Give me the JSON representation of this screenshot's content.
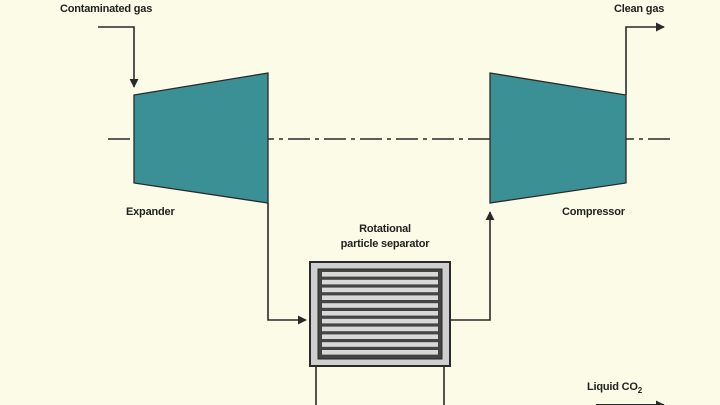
{
  "diagram": {
    "labels": {
      "contaminated_gas": "Contaminated gas",
      "clean_gas": "Clean gas",
      "expander": "Expander",
      "compressor": "Compressor",
      "separator_line1": "Rotational",
      "separator_line2": "particle separator",
      "liquid_co2_prefix": "Liquid CO",
      "liquid_co2_subscript": "2"
    },
    "colors": {
      "background": "#fbfbe7",
      "turbine_fill": "#3a9094",
      "outline": "#2a2a2a",
      "separator_fill": "#cfcfcf"
    },
    "icons": [
      "flow-arrow-icon"
    ]
  }
}
